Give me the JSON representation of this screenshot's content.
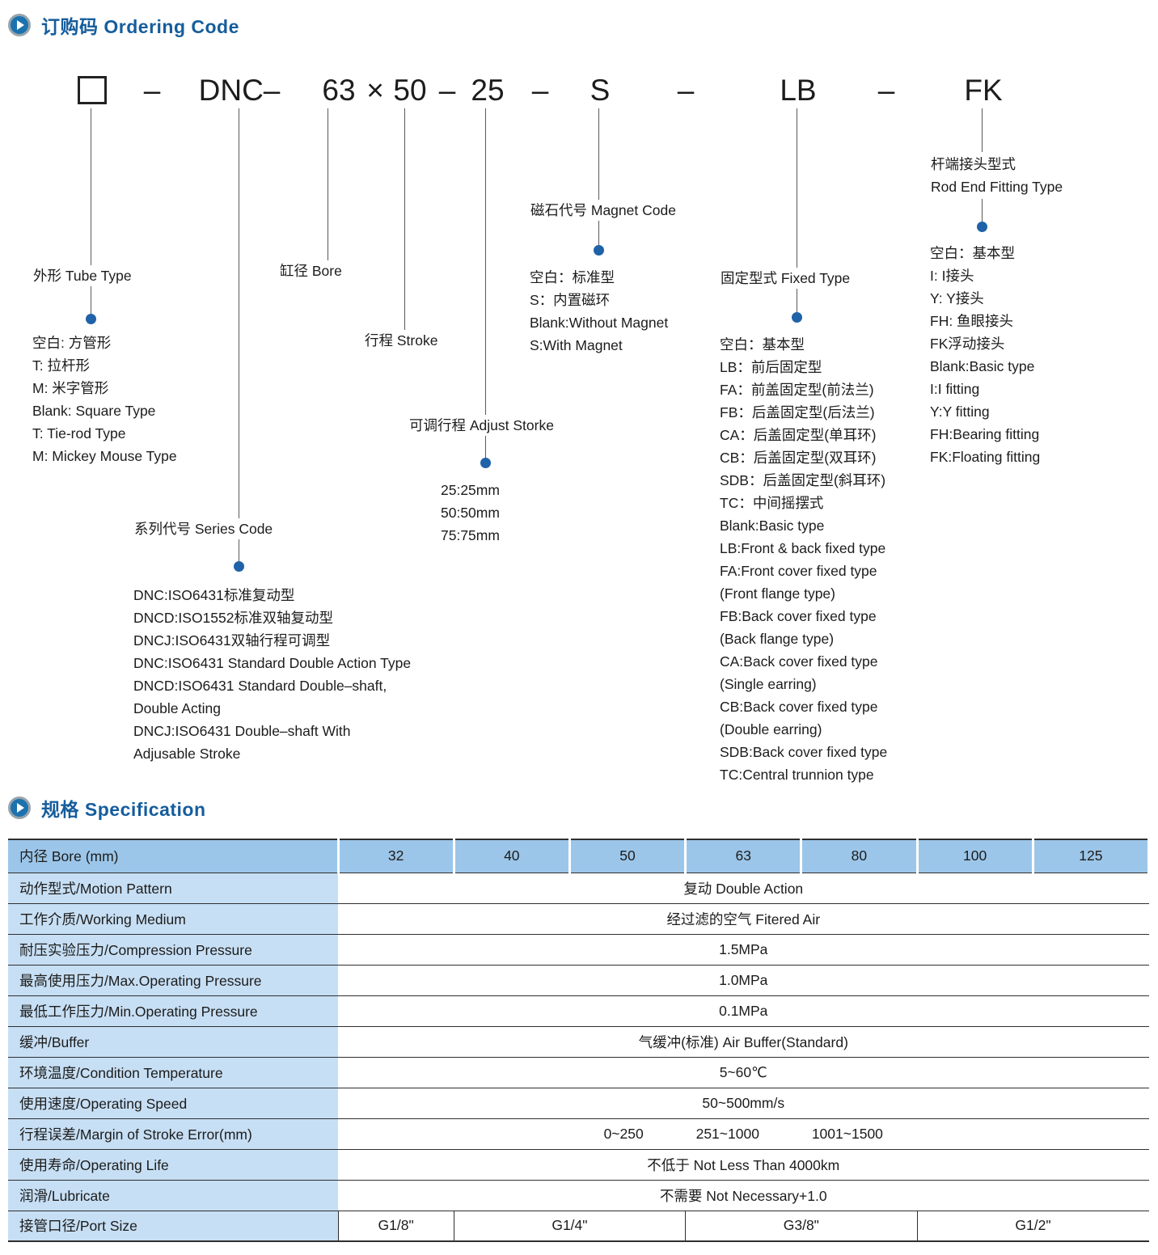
{
  "ordering": {
    "section_title": "订购码 Ordering Code",
    "code": {
      "dash": "–",
      "series": "DNC–",
      "bore": "63",
      "times": "×",
      "stroke": "50",
      "adjust": "25",
      "magnet": "S",
      "fixed": "LB",
      "rod_end": "FK"
    },
    "callouts": {
      "tube_type": {
        "label": "外形 Tube Type",
        "lines": [
          "空白: 方管形",
          "T: 拉杆形",
          "M: 米字管形",
          "Blank: Square Type",
          "T: Tie-rod Type",
          "M: Mickey Mouse Type"
        ]
      },
      "series_code": {
        "label": "系列代号 Series Code",
        "lines": [
          "DNC:ISO6431标准复动型",
          "DNCD:ISO1552标准双轴复动型",
          "DNCJ:ISO6431双轴行程可调型",
          "DNC:ISO6431 Standard Double Action Type",
          "DNCD:ISO6431 Standard Double–shaft,",
          "Double Acting",
          "DNCJ:ISO6431 Double–shaft With",
          "Adjusable Stroke"
        ]
      },
      "bore": {
        "label": "缸径 Bore"
      },
      "stroke": {
        "label": "行程 Stroke"
      },
      "adjust_stroke": {
        "label": "可调行程 Adjust Storke",
        "lines": [
          "25:25mm",
          "50:50mm",
          "75:75mm"
        ]
      },
      "magnet": {
        "label": "磁石代号 Magnet Code",
        "lines": [
          "空白：标准型",
          "S：内置磁环",
          "Blank:Without Magnet",
          "S:With Magnet"
        ]
      },
      "fixed_type": {
        "label": "固定型式 Fixed Type",
        "lines": [
          "空白：基本型",
          "LB：前后固定型",
          "FA：前盖固定型(前法兰)",
          "FB：后盖固定型(后法兰)",
          "CA：后盖固定型(单耳环)",
          "CB：后盖固定型(双耳环)",
          "SDB：后盖固定型(斜耳环)",
          "TC：中间摇摆式",
          "Blank:Basic type",
          "LB:Front & back fixed type",
          "FA:Front cover fixed type",
          "(Front flange type)",
          "FB:Back cover fixed type",
          "(Back flange type)",
          "CA:Back cover fixed type",
          "(Single earring)",
          "CB:Back cover fixed type",
          "(Double earring)",
          "SDB:Back cover fixed type",
          "TC:Central trunnion type"
        ]
      },
      "rod_end": {
        "label_zh": "杆端接头型式",
        "label_en": "Rod End Fitting Type",
        "lines": [
          "空白：基本型",
          "I: I接头",
          "Y: Y接头",
          "FH: 鱼眼接头",
          "FK浮动接头",
          "Blank:Basic type",
          "I:I fitting",
          "Y:Y fitting",
          "FH:Bearing fitting",
          "FK:Floating fitting"
        ]
      }
    }
  },
  "specification": {
    "section_title": "规格 Specification",
    "header": {
      "label": "内径 Bore (mm)",
      "bores": [
        "32",
        "40",
        "50",
        "63",
        "80",
        "100",
        "125"
      ]
    },
    "rows": [
      {
        "label": "动作型式/Motion Pattern",
        "value": "复动 Double Action"
      },
      {
        "label": "工作介质/Working Medium",
        "value": "经过滤的空气 Fitered Air"
      },
      {
        "label": "耐压实验压力/Compression Pressure",
        "value": "1.5MPa"
      },
      {
        "label": "最高使用压力/Max.Operating Pressure",
        "value": "1.0MPa"
      },
      {
        "label": "最低工作压力/Min.Operating Pressure",
        "value": "0.1MPa"
      },
      {
        "label": "缓冲/Buffer",
        "value": "气缓冲(标准) Air Buffer(Standard)"
      },
      {
        "label": "环境温度/Condition Temperature",
        "value": "5~60℃"
      },
      {
        "label": "使用速度/Operating Speed",
        "value": "50~500mm/s"
      },
      {
        "label": "行程误差/Margin of Stroke Error(mm)",
        "values": [
          "0~250",
          "251~1000",
          "1001~1500"
        ]
      },
      {
        "label": "使用寿命/Operating Life",
        "value": "不低于 Not Less Than 4000km"
      },
      {
        "label": "润滑/Lubricate",
        "value": "不需要 Not Necessary+1.0"
      },
      {
        "label": "接管口径/Port Size",
        "ports": [
          "G1/8\"",
          "G1/4\"",
          "G3/8\"",
          "G1/2\""
        ]
      }
    ]
  }
}
